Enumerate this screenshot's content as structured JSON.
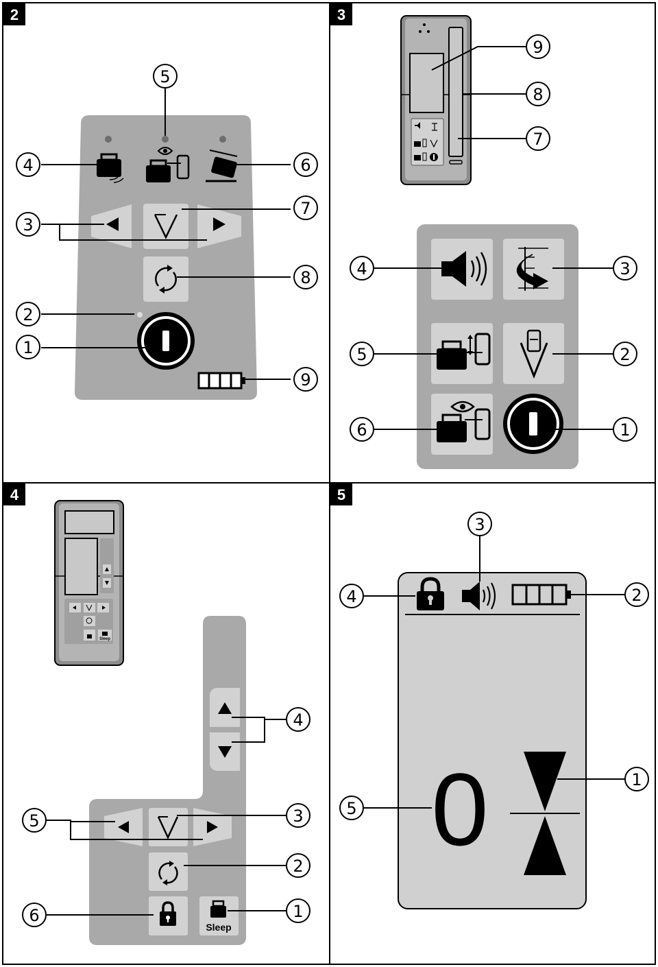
{
  "panels": [
    {
      "number": "2",
      "callouts": [
        "1",
        "2",
        "3",
        "4",
        "5",
        "6",
        "7",
        "8",
        "9"
      ]
    },
    {
      "number": "3",
      "callouts": [
        "1",
        "2",
        "3",
        "4",
        "5",
        "6",
        "7",
        "8",
        "9"
      ]
    },
    {
      "number": "4",
      "callouts": [
        "1",
        "2",
        "3",
        "4",
        "5",
        "6"
      ]
    },
    {
      "number": "5",
      "callouts": [
        "1",
        "2",
        "3",
        "4",
        "5"
      ]
    }
  ],
  "panel4": {
    "sleep_label": "Sleep"
  },
  "panel5": {
    "display_value": "0"
  },
  "colors": {
    "panel_grey": "#a9a9a9",
    "button_grey": "#d2d2d2",
    "display_grey": "#d0d0d0",
    "border": "#000000"
  },
  "icons": [
    "left-arrow-icon",
    "right-arrow-icon",
    "up-arrow-icon",
    "down-arrow-icon",
    "funnel-icon",
    "rotate-icon",
    "power-icon",
    "battery-icon",
    "speaker-icon",
    "lock-icon",
    "laser-tool-icon",
    "eye-icon",
    "slope-icon",
    "shift-icon",
    "hourglass-icon"
  ]
}
